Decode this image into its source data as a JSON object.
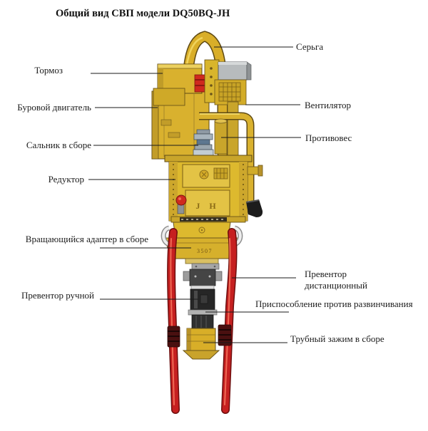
{
  "title": "Общий вид СВП модели DQ50BQ-JH",
  "machine": {
    "markings": {
      "gearbox_letters": "J H",
      "adapter_stamp": "3507"
    },
    "colors": {
      "body_yellow": "#d9b12e",
      "yellow_dark": "#b8922a",
      "yellow_light": "#f0d665",
      "outline_brown": "#5f4a14",
      "fan_gray": "#b7bbbd",
      "tong_red": "#c62020",
      "valve_red": "#cf2a1e",
      "hose_black": "#1c1c1c",
      "leader_line": "#1a1a1a"
    }
  },
  "annotations": {
    "tormoz": "Тормоз",
    "burovoy": "Буровой двигатель",
    "salnik": "Сальник в сборе",
    "reduktor": "Редуктор",
    "adapter": "Вращающийся адаптер в сборе",
    "preventor_manual": "Превентор ручной",
    "serga": "Серьга",
    "ventilator": "Вентилятор",
    "protivoves": "Противовес",
    "preventor_remote_line1": "Превентор",
    "preventor_remote_line2": "дистанционный",
    "prisposoblenie": "Приспособление против развинчивания",
    "zazhim": "Трубный зажим в сборе"
  }
}
